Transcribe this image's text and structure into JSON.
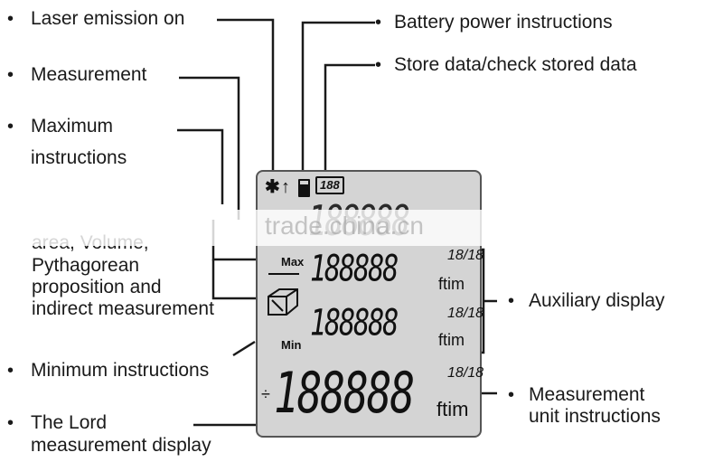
{
  "labels": {
    "laser": "Laser emission on",
    "measurement": "Measurement",
    "maximum_1": "Maximum",
    "maximum_2": "instructions",
    "area_1": "area, Volume,",
    "area_2": "Pythagorean",
    "area_3": "proposition and",
    "area_4": "indirect measurement",
    "minimum": "Minimum instructions",
    "lord_1": "The Lord",
    "lord_2": "measurement display",
    "battery": "Battery power instructions",
    "store": "Store data/check stored data",
    "auxiliary": "Auxiliary display",
    "unit_1": "Measurement",
    "unit_2": "unit instructions"
  },
  "bullet": "•",
  "lcd": {
    "laser_icon": "✱",
    "arrow_icon": "↑",
    "store_icon": "188",
    "max_label": "Max",
    "min_label": "Min",
    "digits": "188888",
    "unit": "ftim",
    "prime": "″",
    "fraction": "18/18",
    "plus_minus": "÷"
  },
  "watermark": "trade.china.cn"
}
